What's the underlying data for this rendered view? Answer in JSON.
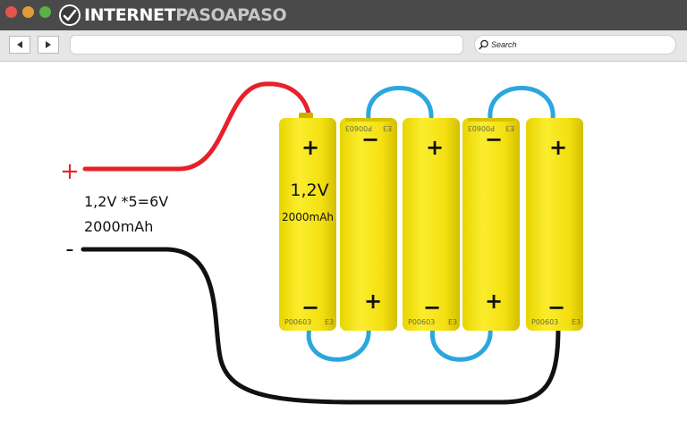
{
  "window": {
    "brand_primary": "INTERNET",
    "brand_secondary": "PASOAPASO",
    "search_placeholder": "Search",
    "back_icon": "triangle-left",
    "forward_icon": "triangle-right"
  },
  "diagram": {
    "plus_terminal": "+",
    "minus_terminal": "-",
    "spec_voltage": "1,2V *5=6V",
    "spec_capacity": "2000mAh",
    "cell_voltage": "1,2V",
    "cell_capacity": "2000mAh",
    "cell_code_top": "P00603",
    "cell_code_top_tail": "E3",
    "cell_code_bottom": "P00603",
    "cell_code_bottom_tail": "E3",
    "battery_plus": "+",
    "battery_minus": "−"
  },
  "colors": {
    "battery": "#f6e313",
    "battery_shade": "#d9c400",
    "wire_positive": "#e8202a",
    "wire_negative": "#111111",
    "link_wire": "#2aa7de",
    "titlebar": "#4a4a4a",
    "toolbar": "#e6e6e6"
  }
}
